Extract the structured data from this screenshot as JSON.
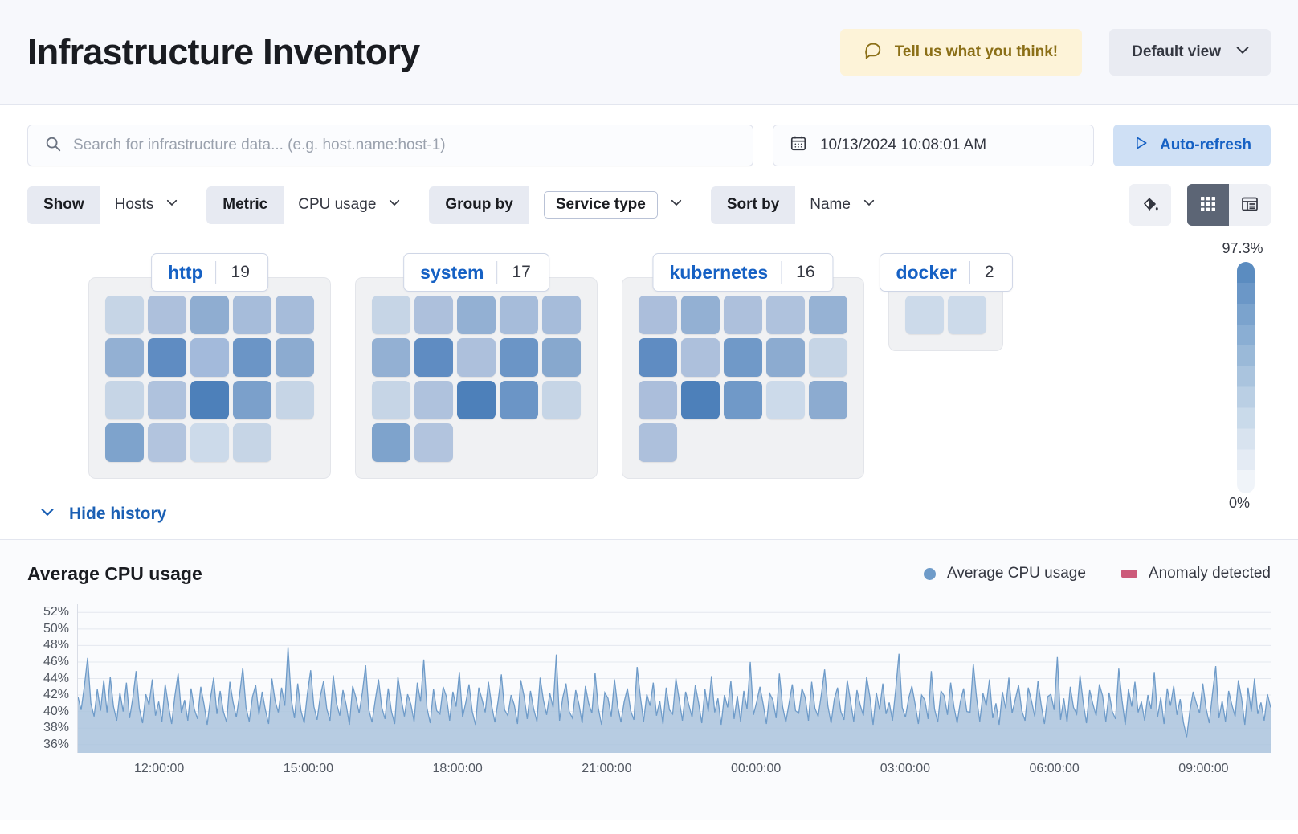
{
  "header": {
    "title": "Infrastructure Inventory",
    "feedback_label": "Tell us what you think!",
    "feedback_icon": "comment-icon",
    "view_label": "Default view",
    "view_icon": "chevron-down-icon"
  },
  "search": {
    "placeholder": "Search for infrastructure data... (e.g. host.name:host-1)",
    "value": "",
    "icon": "search-icon"
  },
  "datepicker": {
    "value": "10/13/2024 10:08:01 AM",
    "icon": "calendar-icon"
  },
  "refresh": {
    "label": "Auto-refresh",
    "icon": "play-icon"
  },
  "filters": [
    {
      "label": "Show",
      "value": "Hosts",
      "boxed": false
    },
    {
      "label": "Metric",
      "value": "CPU usage",
      "boxed": false
    },
    {
      "label": "Group by",
      "value": "Service type",
      "boxed": true
    },
    {
      "label": "Sort by",
      "value": "Name",
      "boxed": false
    }
  ],
  "tools": {
    "palette_icon": "paint-fill-icon",
    "grid_view_icon": "grid-view-icon",
    "table_view_icon": "table-view-icon",
    "active_view": "grid"
  },
  "legend_scale": {
    "max_label": "97.3%",
    "min_label": "0%"
  },
  "groups": [
    {
      "name": "http",
      "count": "19",
      "cols": 5,
      "tiles": [
        "#c6d5e6",
        "#adc0dc",
        "#8fadd1",
        "#a6bcda",
        "#a6bcda",
        "#93b0d3",
        "#5f8cc2",
        "#a3badb",
        "#6b95c6",
        "#8cabd0",
        "#c6d5e6",
        "#afc2dd",
        "#4d80ba",
        "#7ba0cb",
        "#c6d5e6",
        "#7ea3cc",
        "#b2c4de",
        "#ccdaea",
        "#c6d5e6"
      ]
    },
    {
      "name": "system",
      "count": "17",
      "cols": 5,
      "tiles": [
        "#c6d5e6",
        "#adc0dc",
        "#93b0d3",
        "#a6bcda",
        "#a6bcda",
        "#93b0d3",
        "#5f8cc2",
        "#adc0dc",
        "#6b95c6",
        "#87a8ce",
        "#c6d5e6",
        "#afc2dd",
        "#4d80ba",
        "#6b95c6",
        "#c6d5e6",
        "#7ea3cc",
        "#b2c4de"
      ]
    },
    {
      "name": "kubernetes",
      "count": "16",
      "cols": 5,
      "tiles": [
        "#abbedb",
        "#93b0d3",
        "#adc0dc",
        "#afc2dd",
        "#96b2d4",
        "#5f8cc2",
        "#adc0dc",
        "#7099c8",
        "#8cabd0",
        "#c6d5e6",
        "#abbedb",
        "#4d80ba",
        "#7099c8",
        "#ccdaea",
        "#8cabd0",
        "#adc0dc"
      ]
    },
    {
      "name": "docker",
      "count": "2",
      "cols": 2,
      "tiles": [
        "#ccdaea",
        "#ccdaea"
      ]
    }
  ],
  "history": {
    "toggle_label": "Hide history",
    "toggle_icon": "chevron-down-icon"
  },
  "chart_data": {
    "type": "area",
    "title": "Average CPU usage",
    "xlabel": "",
    "ylabel": "",
    "grid": true,
    "legend_position": "top-right",
    "legend": [
      {
        "name": "Average CPU usage",
        "color": "#6e9bc9",
        "marker": "circle"
      },
      {
        "name": "Anomaly detected",
        "color": "#cc5a7a",
        "marker": "square"
      }
    ],
    "ytick_labels": [
      "52%",
      "50%",
      "48%",
      "46%",
      "44%",
      "42%",
      "40%",
      "38%",
      "36%"
    ],
    "ytick_values": [
      52,
      50,
      48,
      46,
      44,
      42,
      40,
      38,
      36
    ],
    "ylim": [
      35,
      53
    ],
    "xtick_labels": [
      "12:00:00",
      "15:00:00",
      "18:00:00",
      "21:00:00",
      "00:00:00",
      "03:00:00",
      "06:00:00",
      "09:00:00"
    ],
    "series": [
      {
        "name": "Average CPU usage",
        "color": "#6e9bc9",
        "fill": "#aac3dd",
        "values": [
          41.8,
          40.2,
          43.1,
          46.5,
          41.0,
          39.4,
          42.7,
          40.1,
          43.8,
          39.9,
          44.2,
          40.6,
          38.9,
          42.3,
          40.0,
          43.5,
          39.2,
          41.7,
          44.9,
          40.4,
          38.6,
          42.1,
          40.8,
          43.9,
          39.5,
          41.2,
          38.8,
          43.3,
          40.7,
          38.5,
          41.9,
          44.6,
          39.8,
          41.4,
          38.9,
          42.8,
          40.3,
          39.1,
          43.0,
          40.9,
          38.4,
          41.6,
          44.1,
          39.7,
          42.5,
          40.0,
          38.7,
          43.6,
          41.1,
          39.3,
          42.0,
          45.3,
          40.5,
          38.8,
          41.8,
          43.2,
          39.6,
          42.4,
          40.2,
          38.5,
          44.0,
          41.3,
          39.9,
          42.9,
          40.7,
          47.8,
          41.5,
          39.2,
          43.4,
          40.1,
          38.6,
          42.2,
          45.0,
          40.6,
          39.0,
          41.9,
          43.7,
          40.3,
          38.9,
          44.4,
          41.0,
          39.5,
          42.6,
          40.8,
          38.4,
          43.1,
          41.7,
          39.8,
          42.3,
          45.6,
          40.2,
          38.7,
          41.4,
          43.9,
          40.5,
          39.1,
          42.8,
          40.0,
          38.5,
          44.2,
          41.6,
          39.4,
          42.1,
          40.9,
          38.8,
          43.5,
          41.2,
          46.3,
          40.4,
          38.6,
          42.7,
          40.1,
          39.7,
          43.0,
          41.8,
          38.9,
          42.4,
          40.6,
          44.8,
          39.3,
          41.1,
          43.3,
          40.0,
          38.4,
          42.9,
          41.5,
          39.9,
          43.6,
          40.7,
          38.7,
          41.3,
          44.5,
          40.2,
          39.5,
          42.0,
          40.8,
          38.5,
          43.8,
          41.9,
          39.1,
          42.5,
          40.3,
          38.8,
          44.1,
          41.4,
          39.6,
          42.2,
          40.5,
          46.9,
          38.9,
          41.7,
          43.4,
          40.0,
          39.2,
          42.6,
          40.9,
          38.6,
          43.1,
          41.0,
          39.8,
          44.7,
          40.4,
          38.4,
          42.3,
          41.6,
          39.4,
          43.9,
          40.6,
          38.7,
          41.2,
          42.8,
          40.1,
          39.0,
          45.4,
          41.8,
          38.8,
          42.1,
          40.7,
          43.5,
          39.5,
          41.3,
          38.5,
          42.9,
          40.2,
          39.7,
          44.0,
          41.5,
          38.9,
          42.4,
          40.8,
          39.3,
          43.2,
          41.1,
          38.6,
          42.7,
          40.0,
          44.3,
          39.9,
          41.6,
          38.4,
          42.0,
          40.5,
          43.7,
          39.1,
          41.9,
          38.8,
          42.5,
          40.3,
          46.0,
          39.6,
          41.2,
          43.0,
          40.9,
          38.5,
          42.2,
          41.4,
          39.2,
          44.6,
          40.6,
          38.7,
          41.0,
          43.3,
          40.1,
          39.8,
          42.8,
          41.7,
          38.9,
          43.6,
          40.4,
          39.4,
          42.1,
          45.1,
          40.7,
          38.6,
          41.5,
          42.9,
          40.0,
          39.0,
          43.8,
          41.3,
          38.8,
          42.6,
          40.8,
          39.5,
          44.2,
          41.8,
          38.4,
          42.3,
          40.2,
          43.4,
          39.7,
          41.1,
          38.9,
          42.7,
          47.0,
          40.5,
          39.3,
          41.6,
          43.1,
          40.9,
          38.5,
          42.0,
          41.4,
          39.1,
          44.9,
          40.3,
          38.7,
          42.5,
          41.9,
          39.6,
          43.5,
          40.6,
          38.6,
          41.2,
          42.8,
          40.0,
          39.9,
          45.8,
          41.7,
          38.8,
          42.2,
          40.7,
          43.9,
          39.2,
          41.0,
          38.4,
          42.4,
          40.4,
          44.1,
          39.8,
          41.5,
          43.2,
          40.1,
          38.9,
          42.9,
          41.3,
          39.4,
          43.7,
          40.8,
          38.5,
          41.8,
          42.1,
          40.2,
          46.6,
          39.0,
          41.6,
          38.7,
          43.0,
          40.5,
          39.7,
          44.4,
          41.1,
          38.6,
          42.6,
          40.9,
          39.5,
          43.3,
          41.9,
          38.8,
          42.3,
          40.0,
          39.1,
          45.2,
          41.4,
          38.4,
          42.7,
          40.6,
          43.6,
          39.9,
          41.2,
          38.9,
          42.0,
          40.3,
          44.8,
          39.3,
          41.7,
          38.5,
          42.8,
          40.7,
          43.1,
          39.6,
          41.5,
          38.7,
          36.9,
          40.1,
          42.4,
          41.0,
          39.8,
          43.4,
          40.4,
          38.6,
          42.2,
          45.5,
          39.2,
          41.3,
          38.8,
          42.5,
          40.8,
          39.4,
          43.8,
          41.6,
          38.4,
          42.9,
          40.0,
          44.0,
          39.7,
          41.1,
          38.9,
          42.1,
          40.5
        ]
      }
    ]
  }
}
